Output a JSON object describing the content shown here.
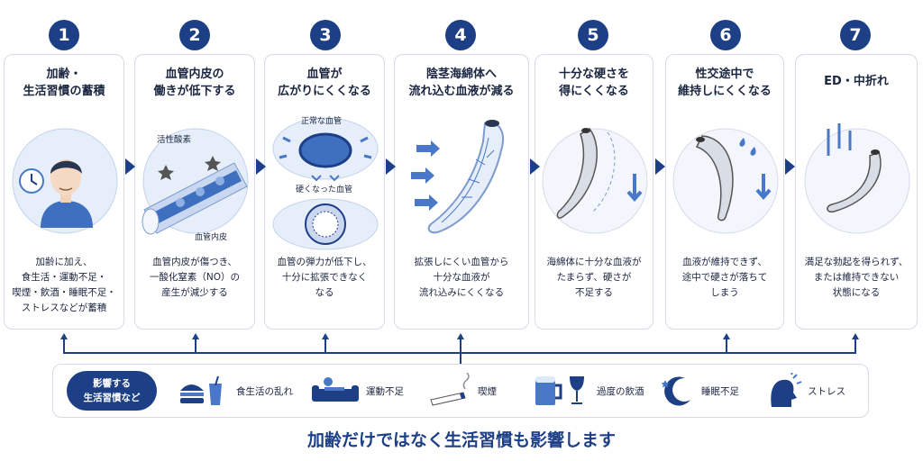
{
  "steps": [
    {
      "num": "1",
      "title_lines": [
        "加齢・",
        "生活習慣の蓄積"
      ],
      "desc_lines": [
        "加齢に加え、",
        "食生活・運動不足・",
        "喫煙・飲酒・睡眠不足・",
        "ストレスなどが蓄積"
      ]
    },
    {
      "num": "2",
      "title_lines": [
        "血管内皮の",
        "働きが低下する"
      ],
      "desc_lines": [
        "血管内皮が傷つき、",
        "一酸化窒素（NO）の",
        "産生が減少する"
      ],
      "labels": {
        "ros": "活性酸素",
        "endothelium": "血管内皮"
      }
    },
    {
      "num": "3",
      "title_lines": [
        "血管が",
        "広がりにくくなる"
      ],
      "desc_lines": [
        "血管の弾力が低下し、",
        "十分に拡張できなく",
        "なる"
      ],
      "labels": {
        "normal": "正常な血管",
        "stiff": "硬くなった血管"
      }
    },
    {
      "num": "4",
      "title_lines": [
        "陰茎海綿体へ",
        "流れ込む血液が減る"
      ],
      "desc_lines": [
        "拡張しにくい血管から",
        "十分な血液が",
        "流れ込みにくくなる"
      ]
    },
    {
      "num": "5",
      "title_lines": [
        "十分な硬さを",
        "得にくくなる"
      ],
      "desc_lines": [
        "海綿体に十分な血液が",
        "たまらず、硬さが",
        "不足する"
      ]
    },
    {
      "num": "6",
      "title_lines": [
        "性交途中で",
        "維持しにくくなる"
      ],
      "desc_lines": [
        "血液が維持できず、",
        "途中で硬さが落ちて",
        "しまう"
      ]
    },
    {
      "num": "7",
      "title_lines": [
        "ED・中折れ"
      ],
      "desc_lines": [
        "満足な勃起を得られず、",
        "または維持できない",
        "状態になる"
      ]
    }
  ],
  "factors": {
    "badge_lines": [
      "影響する",
      "生活習慣など"
    ],
    "items": [
      {
        "label": "食生活の乱れ",
        "icon": "burger-drink-icon"
      },
      {
        "label": "運動不足",
        "icon": "sofa-person-icon"
      },
      {
        "label": "喫煙",
        "icon": "cigarette-icon"
      },
      {
        "label": "過度の飲酒",
        "icon": "beer-wine-icon"
      },
      {
        "label": "睡眠不足",
        "icon": "moon-icon"
      },
      {
        "label": "ストレス",
        "icon": "stressed-head-icon"
      }
    ]
  },
  "footer": "加齢だけではなく生活習慣も影響します",
  "colors": {
    "primary": "#1c3f86",
    "accent": "#4a78c8",
    "light": "#dde8f8"
  }
}
